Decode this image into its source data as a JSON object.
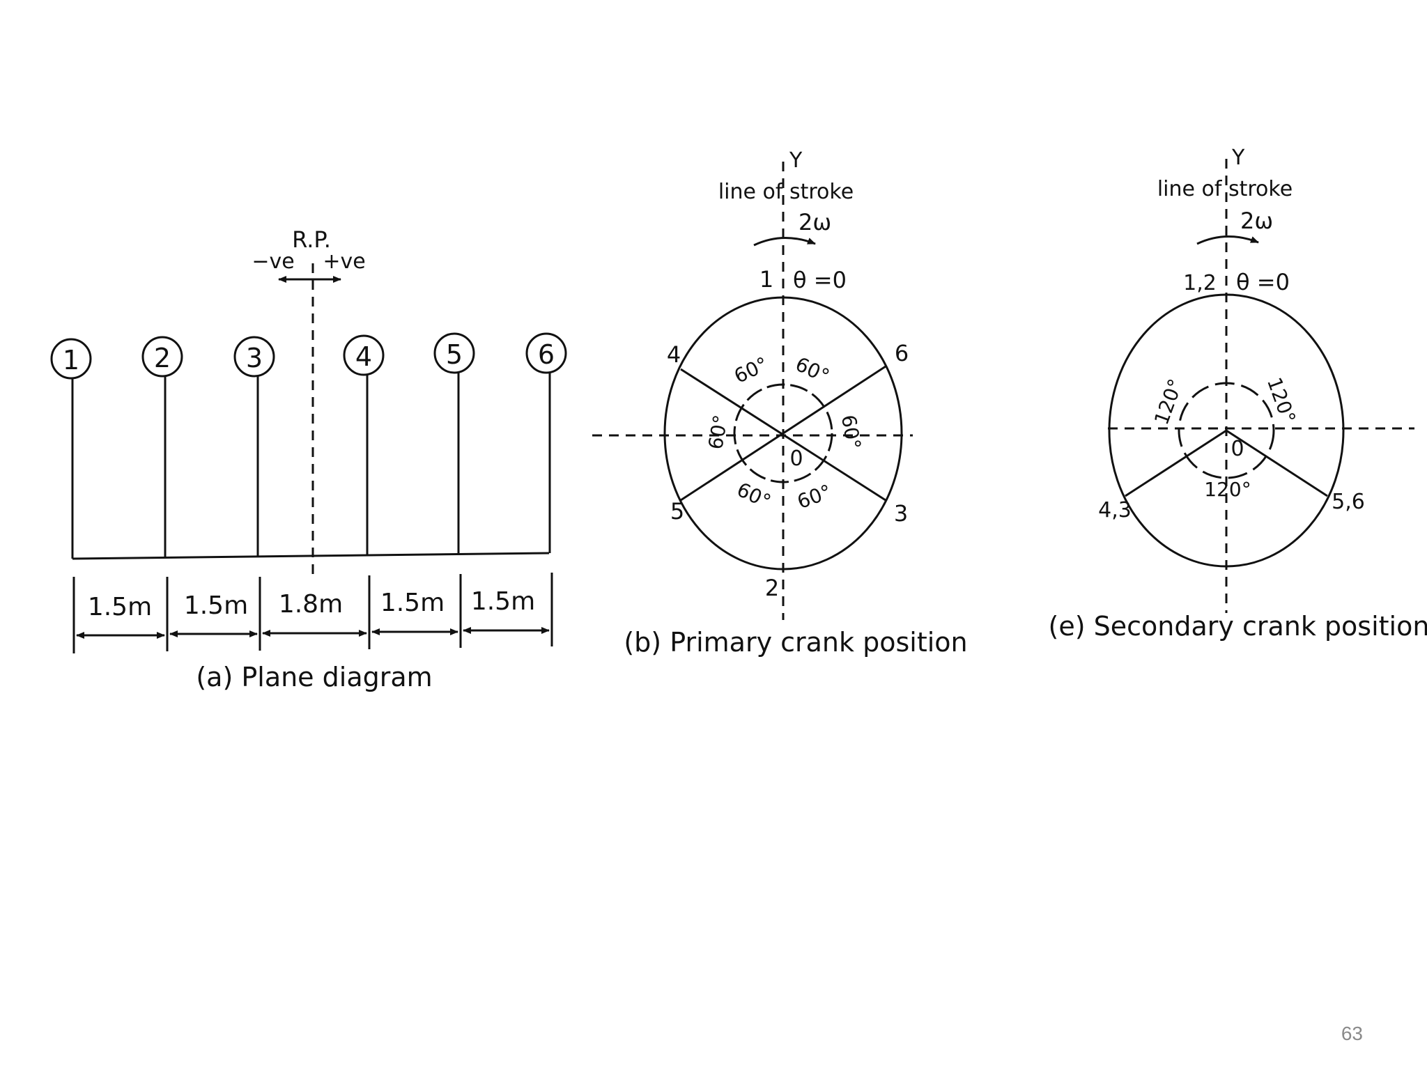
{
  "plane_diagram": {
    "caption": "(a) Plane diagram",
    "reference_plane_label": "R.P.",
    "negative_label": "−ve",
    "positive_label": "+ve",
    "cylinders": [
      "1",
      "2",
      "3",
      "4",
      "5",
      "6"
    ],
    "spacings": [
      "1.5m",
      "1.5m",
      "1.8m",
      "1.5m",
      "1.5m"
    ]
  },
  "primary_crank": {
    "caption": "(b) Primary crank position",
    "axis_label": "Y",
    "line_of_stroke": "line of stroke",
    "angular_speed": "2ω",
    "theta_label": "θ =0",
    "centre_label": "0",
    "cranks": [
      "1",
      "2",
      "3",
      "4",
      "5",
      "6"
    ],
    "angle_labels": [
      "60°",
      "60°",
      "60°",
      "60°",
      "60°",
      "60°"
    ]
  },
  "secondary_crank": {
    "caption": "(e) Secondary crank position",
    "axis_label": "Y",
    "line_of_stroke": "line of stroke",
    "angular_speed": "2ω",
    "theta_label": "θ =0",
    "centre_label": "0",
    "cranks": [
      "1,2",
      "4,3",
      "5,6"
    ],
    "angle_labels": [
      "120°",
      "120°",
      "120°"
    ]
  },
  "page_number": "63"
}
